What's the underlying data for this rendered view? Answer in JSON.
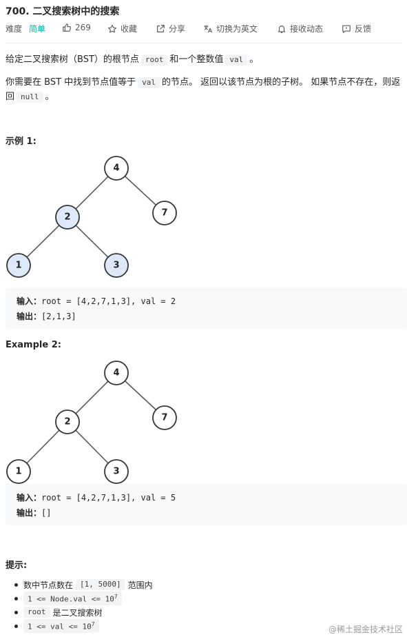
{
  "title": "700. 二叉搜索树中的搜索",
  "meta": {
    "difficulty_label": "难度",
    "difficulty": "简单",
    "likes": "269",
    "favorite": "收藏",
    "share": "分享",
    "switch_lang": "切换为英文",
    "notify": "接收动态",
    "feedback": "反馈"
  },
  "description": {
    "p1_a": "给定二叉搜索树（BST）的根节点",
    "p1_code1": "root",
    "p1_b": "和一个整数值",
    "p1_code2": "val",
    "p1_c": "。",
    "p2_a": "你需要在 BST 中找到节点值等于",
    "p2_code": "val",
    "p2_b": "的节点。 返回以该节点为根的子树。 如果节点不存在，则返",
    "p2_c": "回",
    "p2_code2": "null",
    "p2_d": "。"
  },
  "example1": {
    "heading": "示例 1:",
    "tree": {
      "root": "4",
      "left": "2",
      "right": "7",
      "left_left": "1",
      "left_right": "3",
      "highlighted": [
        "2",
        "1",
        "3"
      ]
    },
    "input_label": "输入：",
    "input_value": "root = [4,2,7,1,3], val = 2",
    "output_label": "输出：",
    "output_value": "[2,1,3]"
  },
  "example2": {
    "heading": "Example 2:",
    "tree": {
      "root": "4",
      "left": "2",
      "right": "7",
      "left_left": "1",
      "left_right": "3",
      "highlighted": []
    },
    "input_label": "输入：",
    "input_value": "root = [4,2,7,1,3], val = 5",
    "output_label": "输出：",
    "output_value": "[]"
  },
  "constraints": {
    "heading": "提示:",
    "items": [
      {
        "pre": "数中节点数在",
        "code": "[1, 5000]",
        "post": "范围内"
      },
      {
        "code_a": "1 <= Node.val <= 10",
        "sup": "7"
      },
      {
        "code": "root",
        "post": "是二叉搜索树"
      },
      {
        "code_a": "1 <= val <= 10",
        "sup": "7"
      }
    ]
  },
  "watermark": "@稀土掘金技术社区"
}
